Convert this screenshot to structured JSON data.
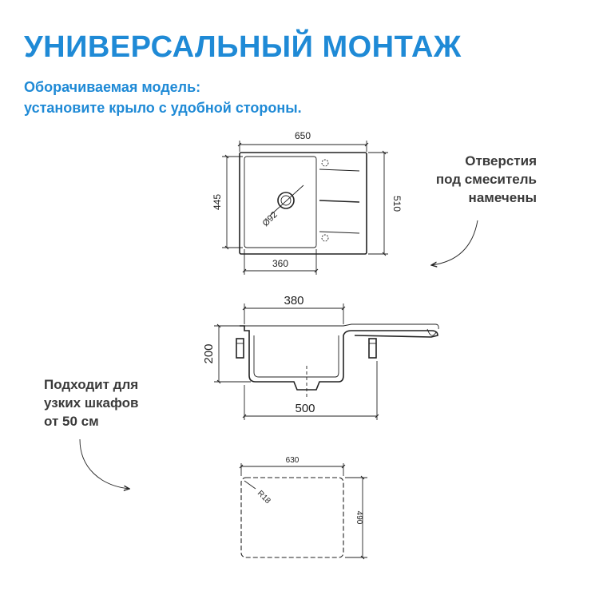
{
  "header": {
    "title": "УНИВЕРСАЛЬНЫЙ МОНТАЖ",
    "subtitle_line1": "Оборачиваемая модель:",
    "subtitle_line2": "установите крыло с удобной стороны."
  },
  "notes": {
    "holes": [
      "Отверстия",
      "под смеситель",
      "намечены"
    ],
    "cabinet": [
      "Подходит для",
      "узких шкафов",
      "от 50 см"
    ]
  },
  "top_view": {
    "width": "650",
    "height": "510",
    "bowl_height": "445",
    "bowl_width": "360",
    "drain": "Ø92"
  },
  "side_view": {
    "bowl_width": "380",
    "depth": "200",
    "total_width": "500"
  },
  "cutout": {
    "width": "630",
    "height": "490",
    "radius": "R18"
  },
  "colors": {
    "accent": "#1f8ad6",
    "text": "#3a3a3a",
    "line": "#222222"
  }
}
